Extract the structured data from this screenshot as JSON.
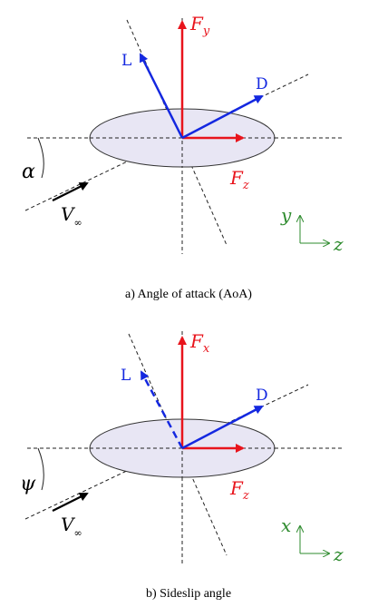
{
  "colors": {
    "force_red": "#e8141c",
    "lift_drag_blue": "#1428e0",
    "axis_green": "#2e8b2e",
    "disk_fill": "#e8e6f4",
    "black": "#000000"
  },
  "panel_a": {
    "caption": "a) Angle of attack (AoA)",
    "fy_label_main": "F",
    "fy_label_sub": "y",
    "fz_label_main": "F",
    "fz_label_sub": "z",
    "lift_label": "L",
    "drag_label": "D",
    "angle_label": "α",
    "velocity_main": "V",
    "velocity_sub": "∞",
    "axes_vertical": "y",
    "axes_horizontal": "z"
  },
  "panel_b": {
    "caption": "b) Sideslip angle",
    "fx_label_main": "F",
    "fx_label_sub": "x",
    "fz_label_main": "F",
    "fz_label_sub": "z",
    "lift_label": "L",
    "drag_label": "D",
    "angle_label": "ψ",
    "velocity_main": "V",
    "velocity_sub": "∞",
    "axes_vertical": "x",
    "axes_horizontal": "z"
  }
}
